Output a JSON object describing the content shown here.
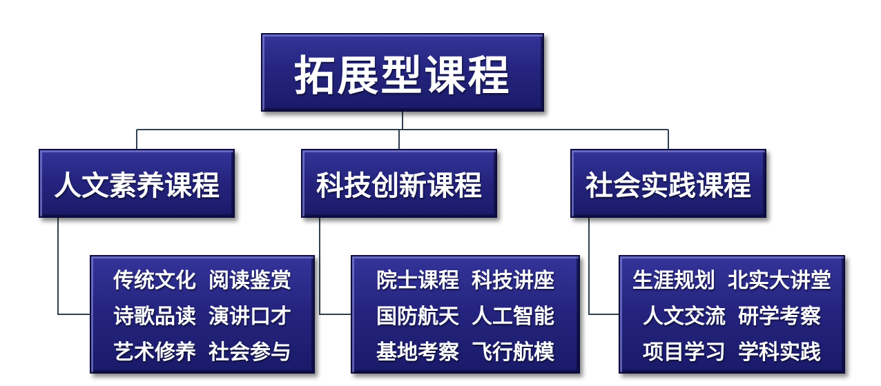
{
  "root": {
    "label": "拓展型课程"
  },
  "categories": [
    {
      "label": "人文素养课程",
      "items": [
        [
          "传统文化",
          "阅读鉴赏"
        ],
        [
          "诗歌品读",
          "演讲口才"
        ],
        [
          "艺术修养",
          "社会参与"
        ]
      ]
    },
    {
      "label": "科技创新课程",
      "items": [
        [
          "院士课程",
          "科技讲座"
        ],
        [
          "国防航天",
          "人工智能"
        ],
        [
          "基地考察",
          "飞行航模"
        ]
      ]
    },
    {
      "label": "社会实践课程",
      "items": [
        [
          "生涯规划",
          "北实大讲堂"
        ],
        [
          "人文交流",
          "研学考察"
        ],
        [
          "项目学习",
          "学科实践"
        ]
      ]
    }
  ],
  "colors": {
    "box_fill": "#24247e",
    "box_border": "#0a0a3c",
    "text": "#ffffff",
    "connector": "#2f3f4f"
  }
}
